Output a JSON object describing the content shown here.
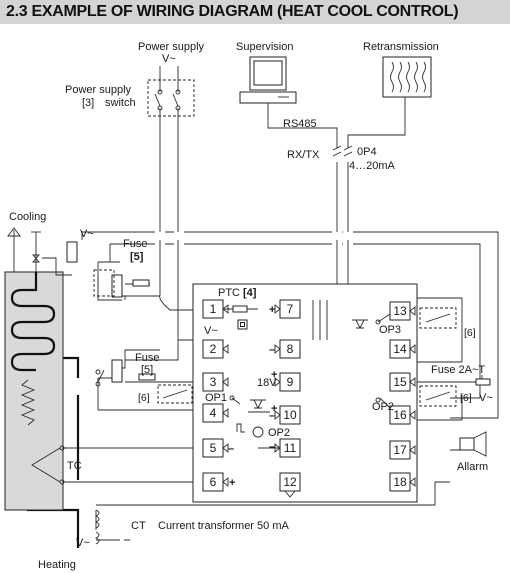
{
  "title": "2.3 EXAMPLE OF WIRING DIAGRAM (HEAT COOL CONTROL)",
  "labels": {
    "power_supply": "Power supply",
    "power_supply_voltage": "V~",
    "power_supply_switch_line1": "Power supply",
    "power_supply_switch_ref": "[3]",
    "power_supply_switch_line2": "switch",
    "supervision": "Supervision",
    "retransmission": "Retransmission",
    "rs485": "RS485",
    "rx_tx": "RX/TX",
    "op4": "0P4",
    "op4_range": "4…20mA",
    "cooling": "Cooling",
    "cooling_voltage": "V~",
    "fuse_top": "Fuse",
    "fuse_top_ref": "[5]",
    "ptc": "PTC",
    "ptc_ref": "[4]",
    "v_tilde_2": "V~",
    "fuse_mid": "Fuse",
    "fuse_mid_ref": "[5]",
    "ref6_left": "[6]",
    "op1": "OP1",
    "v18": "18V",
    "op2": "OP2",
    "op3": "OP3",
    "ref6_op3": "[6]",
    "fuse_2a": "Fuse 2A~T",
    "ref6_op2": "[6]",
    "op2_voltage": "V~",
    "tc": "TC",
    "allarm": "Allarm",
    "ct": "CT",
    "current_transformer": "Current transformer 50 mA",
    "heating_voltage": "V~",
    "heating": "Heating",
    "plus": "+",
    "minus": "–"
  },
  "terminals": [
    "1",
    "2",
    "3",
    "4",
    "5",
    "6",
    "7",
    "8",
    "9",
    "10",
    "11",
    "12",
    "13",
    "14",
    "15",
    "16",
    "17",
    "18"
  ]
}
